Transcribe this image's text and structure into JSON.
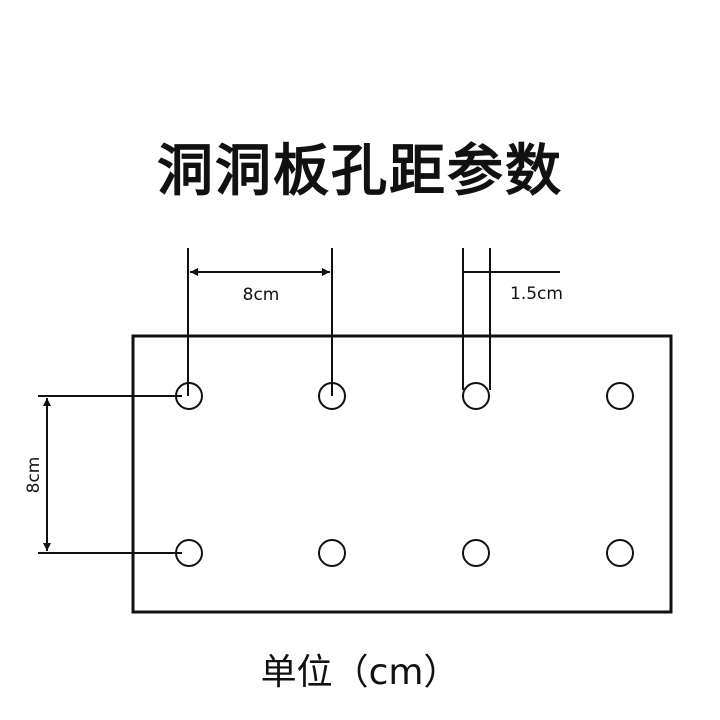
{
  "title": "洞洞板孔距参数",
  "unit_label": "单位（cm）",
  "dimensions": {
    "horizontal_spacing": "8cm",
    "vertical_spacing": "8cm",
    "hole_diameter": "1.5cm"
  },
  "board": {
    "rows": 2,
    "columns": 4,
    "hole_x": [
      189,
      332,
      476,
      620
    ],
    "hole_y": [
      396,
      553
    ]
  }
}
